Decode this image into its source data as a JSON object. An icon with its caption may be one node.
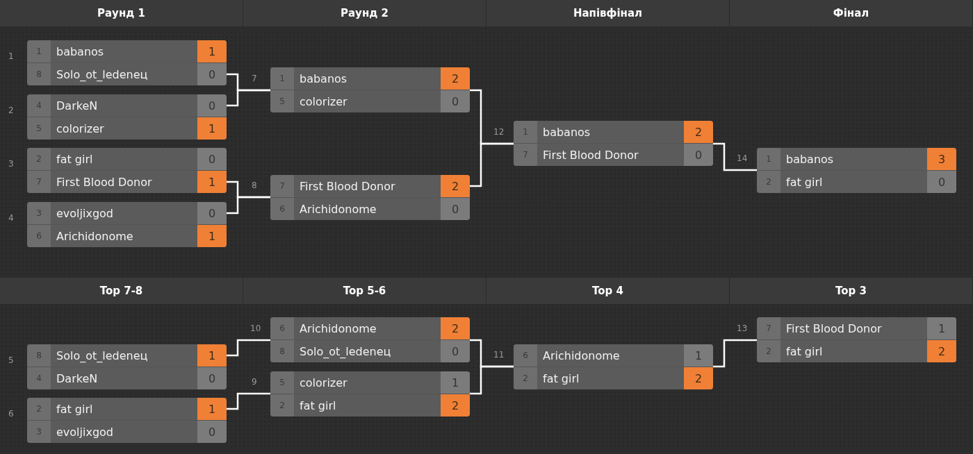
{
  "diagram": {
    "nodes": [
      {
        "text": [
          "1",
          "babanos",
          "1",
          "8",
          "Solo_ot_ledenец",
          "0"
        ],
        "beside": [
          "1"
        ]
      },
      {
        "text": [
          "4",
          "DarkeN",
          "0",
          "5",
          "colorizer",
          "1"
        ],
        "beside": [
          "2"
        ]
      },
      {
        "text": [
          "2",
          "fat girl",
          "0",
          "7",
          "First Blood Donor",
          "1"
        ],
        "beside": [
          "3"
        ]
      },
      {
        "text": [
          "3",
          "evoljixgod",
          "0",
          "6",
          "Arichidonome",
          "1"
        ],
        "beside": [
          "4"
        ]
      },
      {
        "text": [
          "1",
          "babanos",
          "2",
          "5",
          "colorizer",
          "0"
        ],
        "beside": [
          "7"
        ]
      },
      {
        "text": [
          "7",
          "First Blood Donor",
          "2",
          "6",
          "Arichidonome",
          "0"
        ],
        "beside": [
          "8"
        ]
      },
      {
        "text": [
          "1",
          "babanos",
          "2",
          "7",
          "First Blood Donor",
          "0"
        ],
        "beside": [
          "12"
        ]
      },
      {
        "text": [
          "1",
          "babanos",
          "3",
          "2",
          "fat girl",
          "0"
        ],
        "beside": [
          "14"
        ]
      },
      {
        "text": [
          "8",
          "Solo_ot_ledenец",
          "1",
          "4",
          "DarkeN",
          "0"
        ],
        "beside": [
          "5"
        ]
      },
      {
        "text": [
          "2",
          "fat girl",
          "1",
          "3",
          "evoljixgod",
          "0"
        ],
        "beside": [
          "6"
        ]
      },
      {
        "text": [
          "6",
          "Arichidonome",
          "2",
          "8",
          "Solo_ot_ledenец",
          "0"
        ],
        "beside": [
          "10"
        ]
      },
      {
        "text": [
          "5",
          "colorizer",
          "1",
          "2",
          "fat girl",
          "2"
        ],
        "beside": [
          "9"
        ]
      },
      {
        "text": [
          "6",
          "Arichidonome",
          "1",
          "2",
          "fat girl",
          "2"
        ],
        "beside": [
          "11"
        ]
      },
      {
        "text": [
          "7",
          "First Blood Donor",
          "1",
          "2",
          "fat girl",
          "2"
        ],
        "beside": [
          "13"
        ]
      }
    ],
    "edges": [
      {
        "from": 0,
        "to": 4,
        "arrow": "none"
      },
      {
        "from": 1,
        "to": 4,
        "arrow": "none"
      },
      {
        "from": 2,
        "to": 5,
        "arrow": "none"
      },
      {
        "from": 3,
        "to": 5,
        "arrow": "none"
      },
      {
        "from": 4,
        "to": 6,
        "arrow": "none"
      },
      {
        "from": 5,
        "to": 6,
        "arrow": "none"
      },
      {
        "from": 6,
        "to": 7,
        "arrow": "none"
      },
      {
        "from": 8,
        "to": 10,
        "arrow": "none"
      },
      {
        "from": 9,
        "to": 11,
        "arrow": "none"
      },
      {
        "from": 10,
        "to": 12,
        "arrow": "none"
      },
      {
        "from": 11,
        "to": 12,
        "arrow": "none"
      },
      {
        "from": 12,
        "to": 13,
        "arrow": "none"
      }
    ],
    "labels": [
      "Раунд 1",
      "Раунд 2",
      "Напівфінал",
      "Фінал",
      "Top 7-8",
      "Top 5-6",
      "Top 4",
      "Top 3"
    ]
  }
}
